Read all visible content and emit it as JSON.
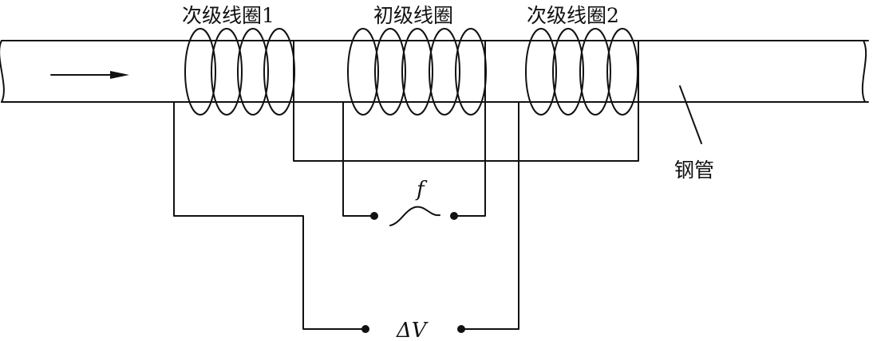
{
  "diagram": {
    "labels": {
      "secondary_coil_1": "次级线圈1",
      "primary_coil": "初级线圈",
      "secondary_coil_2": "次级线圈2",
      "steel_pipe": "钢管",
      "frequency": "f",
      "voltage_diff": "ΔV"
    },
    "colors": {
      "stroke": "#111111",
      "background": "#ffffff"
    },
    "coil_turns": {
      "secondary_coil_1": 4,
      "primary_coil": 5,
      "secondary_coil_2": 4
    }
  }
}
